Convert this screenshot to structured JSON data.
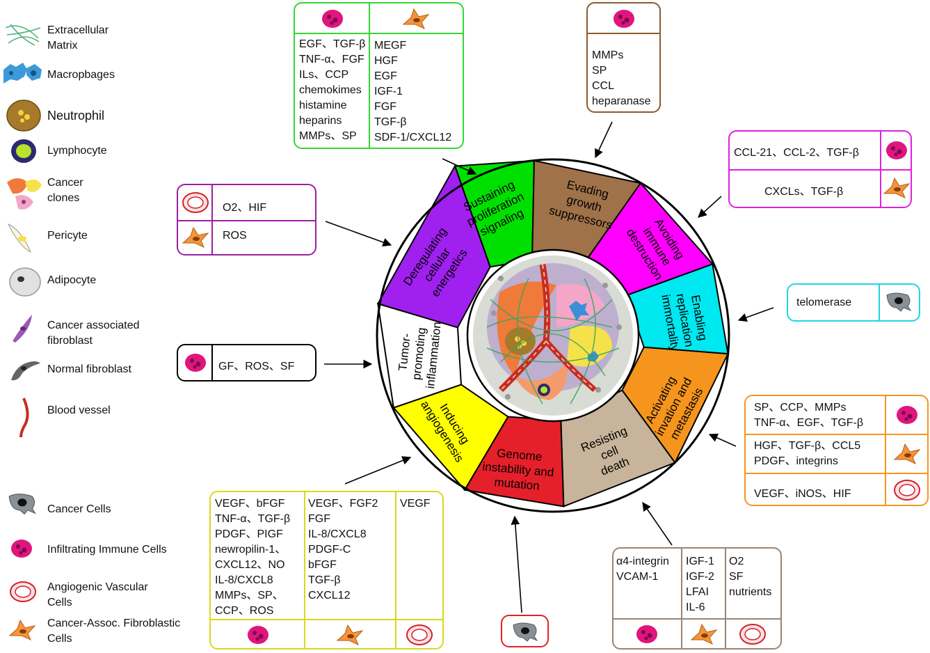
{
  "legend": {
    "extracellular_matrix": "Extracellular\nMatrix",
    "macrophages": "Macropbages",
    "neutrophil": "Neutrophil",
    "lymphocyte": "Lymphocyte",
    "cancer_clones": "Cancer\nclones",
    "pericyte": "Pericyte",
    "adipocyte": "Adipocyte",
    "caf": "Cancer associated\nfibroblast",
    "normal_fibroblast": "Normal fibroblast",
    "blood_vessel": "Blood vessel",
    "cancer_cells": "Cancer Cells",
    "immune_cells": "Infiltrating Immune Cells",
    "vascular_cells": "Angiogenic Vascular\nCells",
    "fibroblastic_cells": "Cancer-Assoc. Fibroblastic\nCells"
  },
  "wheel": {
    "sustaining": "Sustaining\nproliferation\nsignaling",
    "evading": "Evading\ngrowth\nsuppressors",
    "avoiding": "Avoiding\nimmune\ndestruction",
    "enabling": "Enabling\nreplication\nimmortality",
    "activating": "Activating\ninvation and\nmetastasis",
    "resisting": "Resisting\ncell\ndeath",
    "genome": "Genome\ninstability and\nmutation",
    "inducing": "Inducing\nangiogenesis",
    "tumor": "Tumor-\npromoting\ninflammation",
    "deregulating": "Deregulating\ncellular\nenergetics"
  },
  "boxes": {
    "proliferation_immune": "EGF、TGF-β\nTNF-α、FGF\nILs、CCP\nchemokimes\nhistamine\nheparins\nMMPs、SP",
    "proliferation_fibro": "MEGF\nHGF\nEGF\nIGF-1\nFGF\nTGF-β\nSDF-1/CXCL12",
    "growth": "MMPs\nSP\nCCL\nheparanase",
    "immune_row1": "CCL-21、CCL-2、TGF-β",
    "immune_row2": "CXCLs、TGF-β",
    "telomerase": "telomerase",
    "energetics_row1": "O2、HIF",
    "energetics_row2": "ROS",
    "inflammation": "GF、ROS、SF",
    "invasion_row1": "SP、CCP、MMPs\nTNF-α、EGF、TGF-β",
    "invasion_row2": "HGF、TGF-β、CCL5\nPDGF、integrins",
    "invasion_row3": "VEGF、iNOS、HIF",
    "death_col1": "α4-integrin\nVCAM-1",
    "death_col2": "IGF-1\nIGF-2\nLFAI\nIL-6",
    "death_col3": "O2\nSF\nnutrients",
    "angio_col1": "VEGF、bFGF\nTNF-α、TGF-β\nPDGF、PIGF\nnewropilin-1、\nCXCL12、NO\nIL-8/CXCL8\nMMPs、SP、\nCCP、ROS",
    "angio_col2": "VEGF、FGF2\nFGF\nIL-8/CXCL8\nPDGF-C\nbFGF\nTGF-β\nCXCL12",
    "angio_col3": "VEGF"
  },
  "colors": {
    "sustaining": "#00e000",
    "evading": "#a0724a",
    "avoiding": "#ff00ff",
    "enabling": "#00e8f0",
    "activating": "#f5951d",
    "resisting": "#c8b49a",
    "genome": "#e6202a",
    "inducing": "#ffff00",
    "tumor": "#ffffff",
    "deregulating": "#a020f0"
  }
}
